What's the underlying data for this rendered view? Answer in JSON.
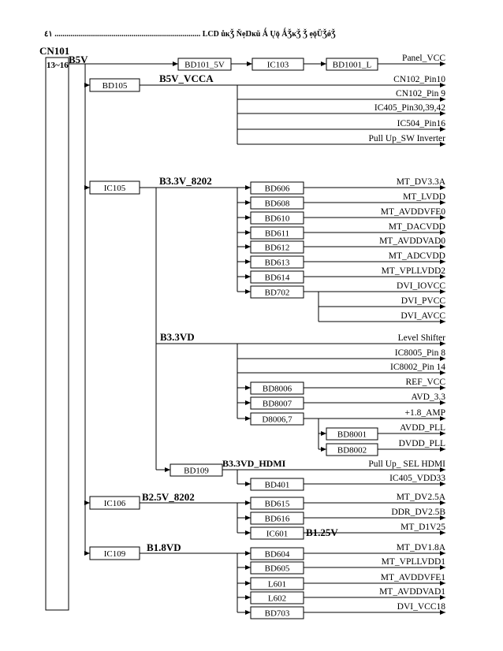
{
  "header": {
    "page_number": "٤١",
    "dots": "..........................................................................",
    "title": "LCD ůĸǮ ŇẹŊĸŭ Ǻ Ųǭ ǺǮĸǮ Ǯ ẹǭŬǮǿǮ"
  },
  "connector": {
    "name": "CN101",
    "pins": "13~16"
  },
  "rails": {
    "b5v": "B5V",
    "b5v_vcca": "B5V_VCCA",
    "b33v_8202": "B3.3V_8202",
    "b33vd": "B3.3VD",
    "b33vd_hdmi": "B3.3VD_HDMI",
    "b25v_8202": "B2.5V_8202",
    "b125v": "B1.25V",
    "b18vd": "B1.8VD"
  },
  "parts": {
    "bd101_5v": "BD101_5V",
    "ic103": "IC103",
    "bd1001_l": "BD1001_L",
    "bd105": "BD105",
    "ic105": "IC105",
    "bd606": "BD606",
    "bd608": "BD608",
    "bd610": "BD610",
    "bd611": "BD611",
    "bd612": "BD612",
    "bd613": "BD613",
    "bd614": "BD614",
    "bd702": "BD702",
    "bd8006": "BD8006",
    "bd8007": "BD8007",
    "d8006_7": "D8006,7",
    "bd8001": "BD8001",
    "bd8002": "BD8002",
    "bd109": "BD109",
    "bd401": "BD401",
    "ic106": "IC106",
    "bd615": "BD615",
    "bd616": "BD616",
    "ic601": "IC601",
    "ic109": "IC109",
    "bd604": "BD604",
    "bd605": "BD605",
    "l601": "L601",
    "l602": "L602",
    "bd703": "BD703"
  },
  "outputs": {
    "panel_vcc": "Panel_VCC",
    "cn102_pin10": "CN102_Pin10",
    "cn102_pin9": "CN102_Pin 9",
    "ic405_pin30": "IC405_Pin30,39,42",
    "ic504_pin16": "IC504_Pin16",
    "pullup_sw_inverter": "Pull Up_SW Inverter",
    "mt_dv33a": "MT_DV3.3A",
    "mt_lvdd": "MT_LVDD",
    "mt_avddvfe0": "MT_AVDDVFE0",
    "mt_dacvdd": "MT_DACVDD",
    "mt_avddvad0": "MT_AVDDVAD0",
    "mt_adcvdd": "MT_ADCVDD",
    "mt_vpllvdd2": "MT_VPLLVDD2",
    "dvi_iovcc": "DVI_IOVCC",
    "dvi_pvcc": "DVI_PVCC",
    "dvi_avcc": "DVI_AVCC",
    "level_shifter": "Level Shifter",
    "ic8005_pin8": "IC8005_Pin 8",
    "ic8002_pin14": "IC8002_Pin 14",
    "ref_vcc": "REF_VCC",
    "avd_33": "AVD_3.3",
    "amp_18": "+1.8_AMP",
    "avdd_pll": "AVDD_PLL",
    "dvdd_pll": "DVDD_PLL",
    "pullup_sel_hdmi": "Pull Up_ SEL HDMI",
    "ic405_vdd33": "IC405_VDD33",
    "mt_dv25a": "MT_DV2.5A",
    "ddr_dv25b": "DDR_DV2.5B",
    "mt_d1v25": "MT_D1V25",
    "mt_dv18a": "MT_DV1.8A",
    "mt_vpllvdd1": "MT_VPLLVDD1",
    "mt_avddvfe1": "MT_AVDDVFE1",
    "mt_avddvad1": "MT_AVDDVAD1",
    "dvi_vcc18": "DVI_VCC18"
  }
}
